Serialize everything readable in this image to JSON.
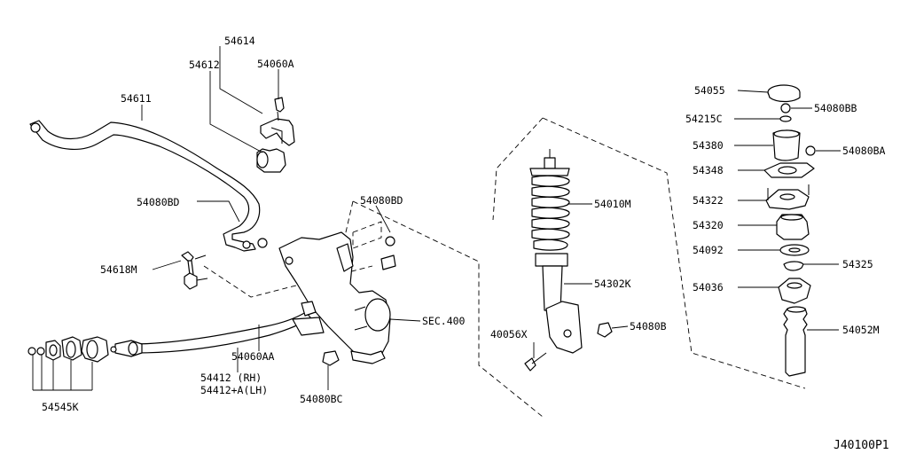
{
  "diagram_id": "J40100P1",
  "labels": {
    "p54614": "54614",
    "p54612": "54612",
    "p54060A": "54060A",
    "p54611": "54611",
    "p54080BD_left": "54080BD",
    "p54080BD_right": "54080BD",
    "p54618M": "54618M",
    "p54412_rh": "54412  (RH)",
    "p54412_lh": "54412+A(LH)",
    "p54060AA": "54060AA",
    "p54545K": "54545K",
    "p54080BC": "54080BC",
    "sec400": "SEC.400",
    "p54010M": "54010M",
    "p54302K": "54302K",
    "p40056X": "40056X",
    "p54080B": "54080B",
    "p54055": "54055",
    "p54080BB": "54080BB",
    "p54215C": "54215C",
    "p54380": "54380",
    "p54080BA": "54080BA",
    "p54348": "54348",
    "p54322": "54322",
    "p54320": "54320",
    "p54092": "54092",
    "p54325": "54325",
    "p54036": "54036",
    "p54052M": "54052M"
  }
}
